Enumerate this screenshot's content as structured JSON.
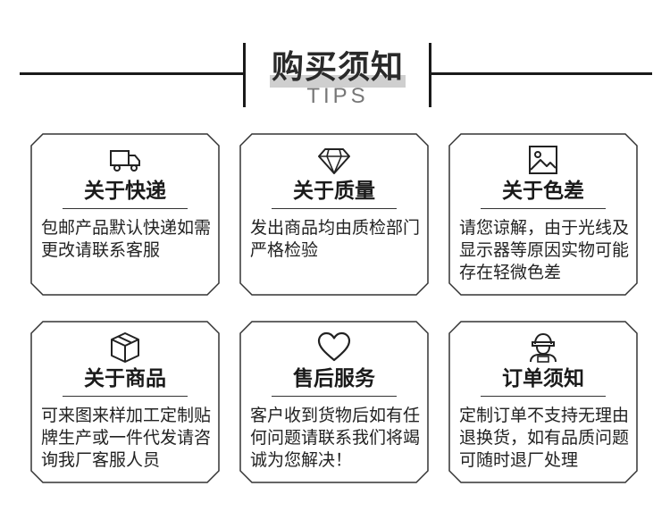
{
  "header": {
    "title": "购买须知",
    "subtitle": "TIPS"
  },
  "cards": [
    {
      "icon": "truck-icon",
      "title": "关于快递",
      "body": "包邮产品默认快递如需更改请联系客服"
    },
    {
      "icon": "diamond-icon",
      "title": "关于质量",
      "body": "发出商品均由质检部门严格检验"
    },
    {
      "icon": "image-icon",
      "title": "关于色差",
      "body": "请您谅解，由于光线及显示器等原因实物可能存在轻微色差"
    },
    {
      "icon": "box-icon",
      "title": "关于商品",
      "body": "可来图来样加工定制贴牌生产或一件代发请咨询我厂客服人员"
    },
    {
      "icon": "heart-icon",
      "title": "售后服务",
      "body": "客户收到货物后如有任何问题请联系我们将竭诚为您解决！"
    },
    {
      "icon": "customer-service-icon",
      "title": "订单须知",
      "body": "定制订单不支持无理由退换货，如有品质问题可随时退厂处理"
    }
  ]
}
